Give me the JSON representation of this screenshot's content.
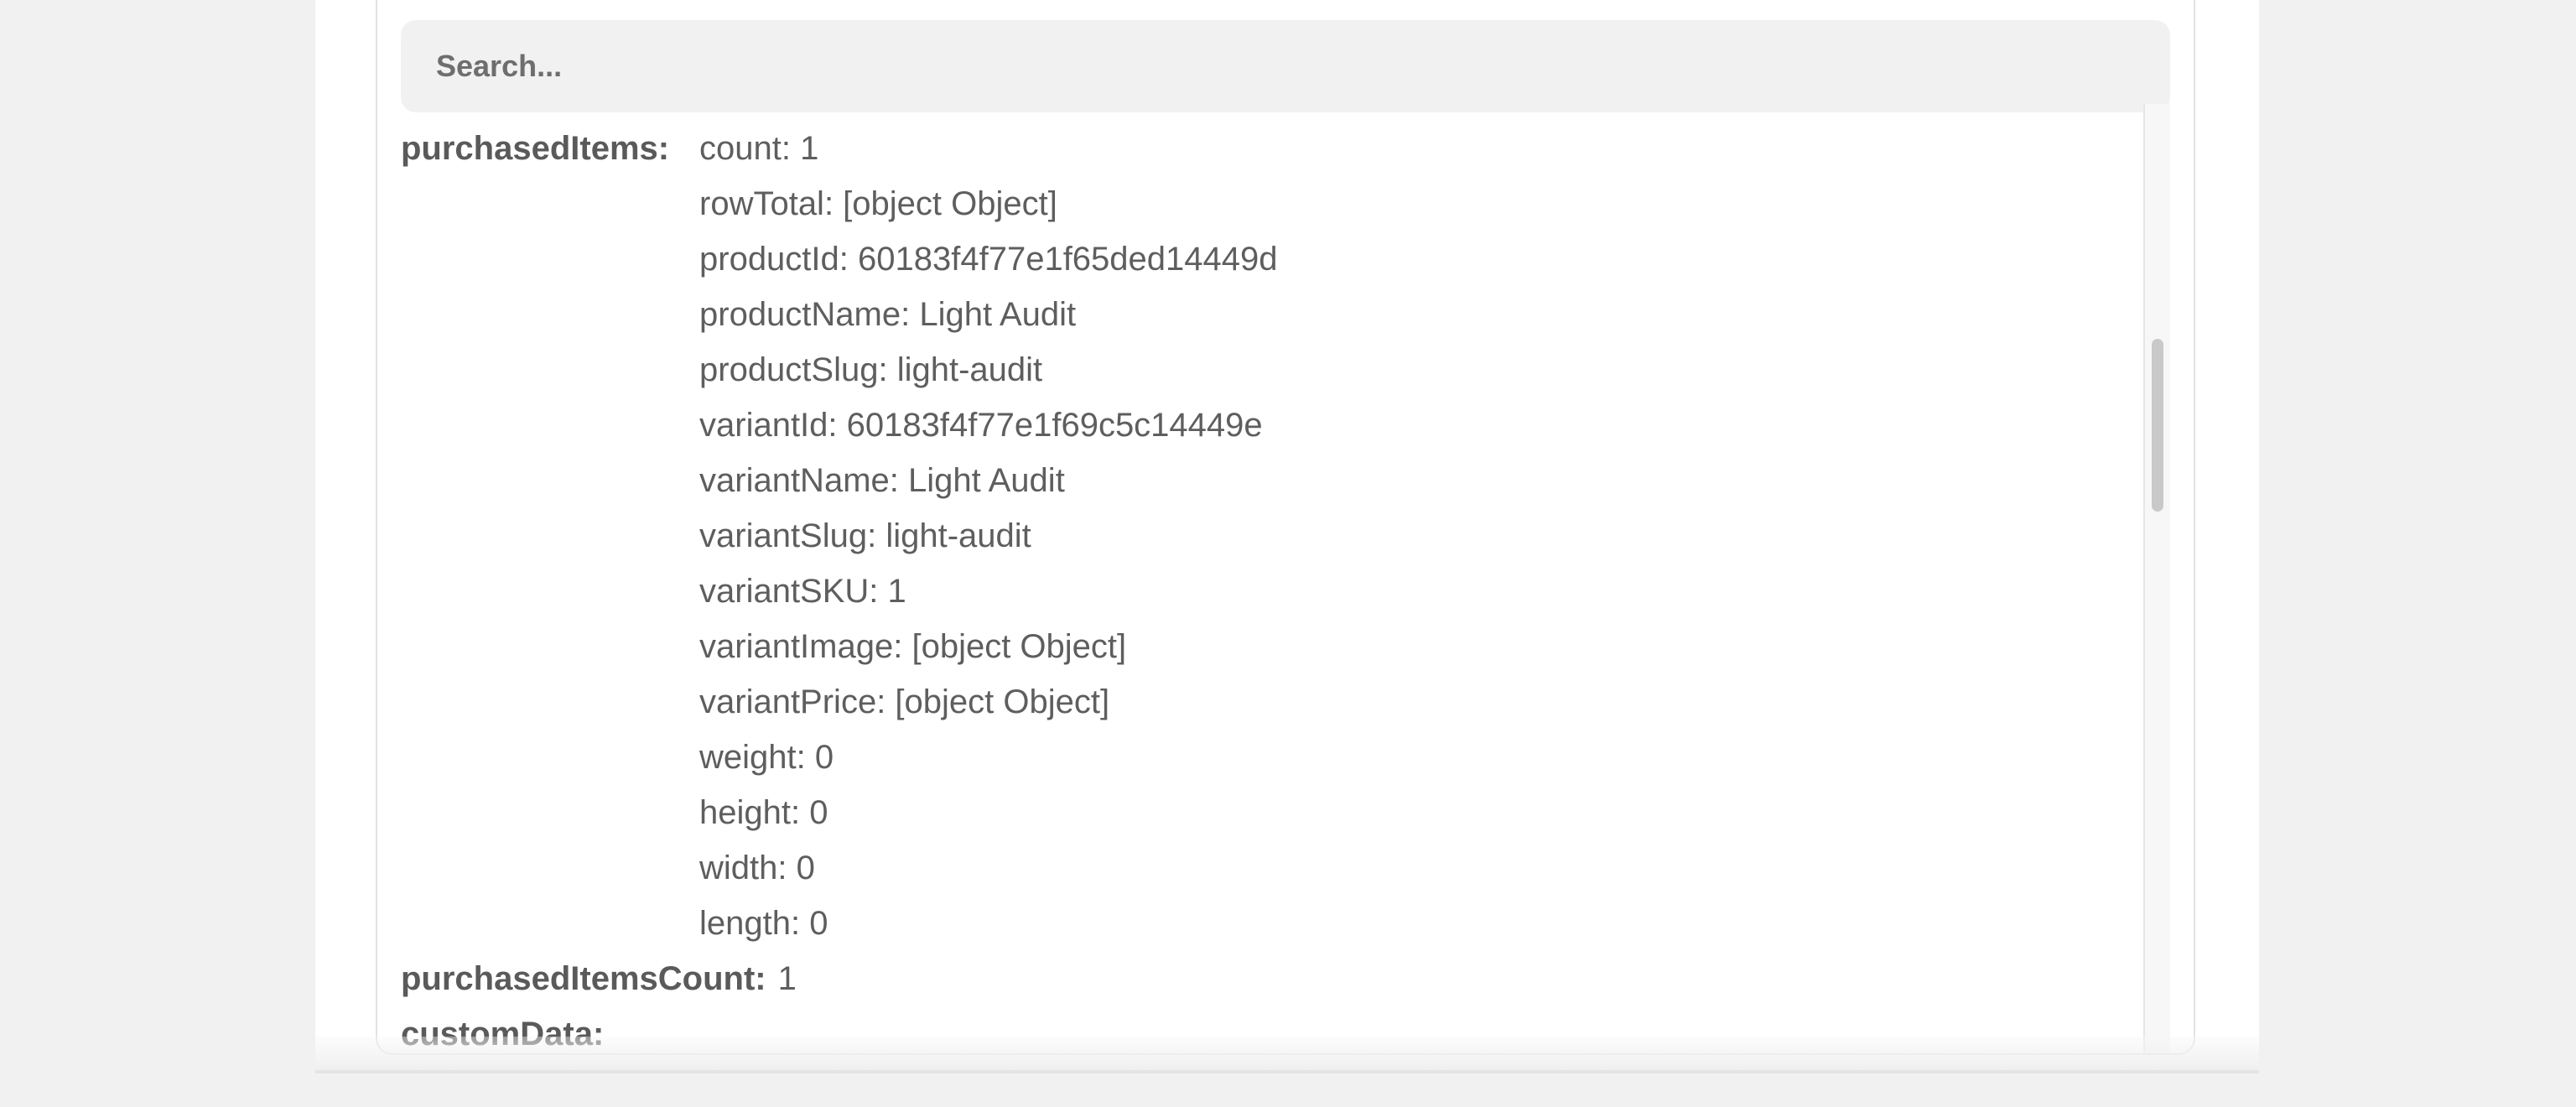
{
  "search": {
    "placeholder": "Search..."
  },
  "purchased_items": {
    "key": "purchasedItems:",
    "fields": [
      "count: 1",
      "rowTotal: [object Object]",
      "productId: 60183f4f77e1f65ded14449d",
      "productName: Light Audit",
      "productSlug: light-audit",
      "variantId: 60183f4f77e1f69c5c14449e",
      "variantName: Light Audit",
      "variantSlug: light-audit",
      "variantSKU: 1",
      "variantImage: [object Object]",
      "variantPrice: [object Object]",
      "weight: 0",
      "height: 0",
      "width: 0",
      "length: 0"
    ]
  },
  "purchased_items_count": {
    "key": "purchasedItemsCount:",
    "value": "1"
  },
  "custom_data": {
    "key": "customData:"
  }
}
